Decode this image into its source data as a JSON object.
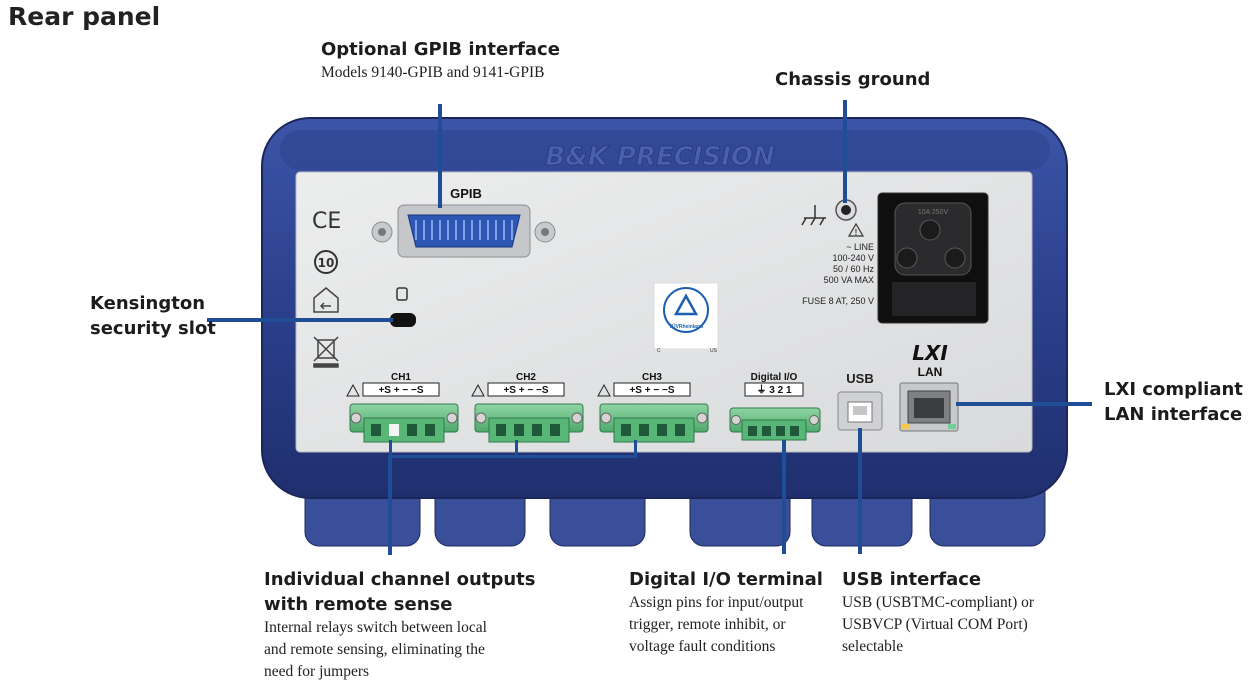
{
  "title": "Rear panel",
  "callouts": {
    "gpib": {
      "heading": "Optional GPIB interface",
      "desc": "Models 9140-GPIB and 9141-GPIB"
    },
    "ground": {
      "heading": "Chassis ground"
    },
    "kensington": {
      "heading_line1": "Kensington",
      "heading_line2": "security slot"
    },
    "lxi": {
      "heading_line1": "LXI compliant",
      "heading_line2": "LAN interface"
    },
    "channels": {
      "heading_line1": "Individual channel outputs",
      "heading_line2": "with remote sense",
      "desc_lines": [
        "Internal relays switch between local",
        "and remote sensing, eliminating the",
        "need for jumpers"
      ]
    },
    "digital": {
      "heading": "Digital I/O terminal",
      "desc_lines": [
        "Assign pins for input/output",
        "trigger, remote inhibit, or",
        "voltage fault conditions"
      ]
    },
    "usb": {
      "heading": "USB interface",
      "desc_lines": [
        "USB (USBTMC-compliant) or",
        "USBVCP (Virtual COM Port)",
        "selectable"
      ]
    }
  },
  "panel": {
    "brand": "B&K PRECISION",
    "gpib_label": "GPIB",
    "ce_mark": "CE",
    "ten_mark": "10",
    "line_spec": [
      "~ LINE",
      "100-240 V",
      "50 / 60 Hz",
      "500 VA MAX"
    ],
    "fuse_spec": "FUSE 8 AT, 250 V",
    "inlet_rating": "10A 250V",
    "tuv_text": "TÜVRheinland",
    "tuv_c": "C",
    "tuv_us": "US",
    "channels": [
      {
        "name": "CH1",
        "pins": "+S  +  −  −S"
      },
      {
        "name": "CH2",
        "pins": "+S  +  −  −S"
      },
      {
        "name": "CH3",
        "pins": "+S  +  −  −S"
      }
    ],
    "digital_label": "Digital I/O",
    "digital_pins": "⏚  3  2  1",
    "usb_label": "USB",
    "lxi_logo": "LXI",
    "lan_label": "LAN"
  },
  "colors": {
    "accent_line": "#1f4e96",
    "frame_blue": "#2b3f8c",
    "panel_gray": "#e6e7e8",
    "terminal_green": "#6fc58c"
  }
}
